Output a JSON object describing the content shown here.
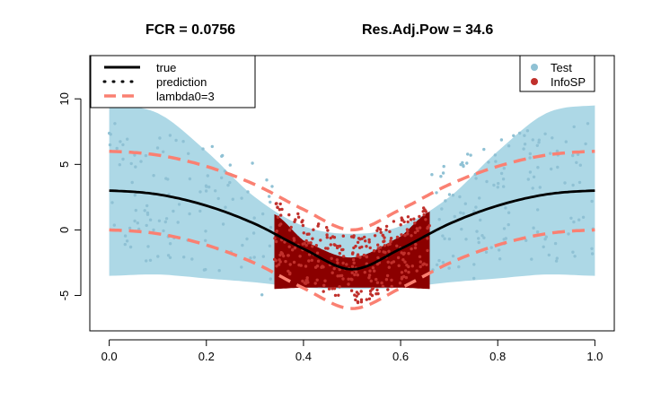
{
  "header": {
    "fcr": "FCR =  0.0756",
    "power": "Res.Adj.Pow =  34.6"
  },
  "chart_data": {
    "type": "scatter",
    "x_ticks": [
      "0.0",
      "0.2",
      "0.4",
      "0.6",
      "0.8",
      "1.0"
    ],
    "y_ticks": [
      "-5",
      "0",
      "5",
      "10"
    ],
    "xlim": [
      -0.04,
      1.04
    ],
    "ylim": [
      -7.7,
      13.3
    ],
    "series": [
      {
        "name": "true",
        "kind": "line",
        "style": "solid",
        "color": "#000000",
        "x": [
          0.0,
          0.1,
          0.2,
          0.3,
          0.4,
          0.5,
          0.6,
          0.7,
          0.8,
          0.9,
          1.0
        ],
        "y": [
          3.0,
          2.71,
          1.85,
          0.46,
          -1.44,
          -3.0,
          -1.44,
          0.46,
          1.85,
          2.71,
          3.0
        ]
      },
      {
        "name": "prediction",
        "kind": "line",
        "style": "dotted",
        "color": "#000000"
      },
      {
        "name": "lambda0=3",
        "kind": "line",
        "style": "dashed",
        "color": "#FA8072",
        "upper": {
          "x": [
            0.0,
            0.1,
            0.2,
            0.3,
            0.4,
            0.5,
            0.6,
            0.7,
            0.8,
            0.9,
            1.0
          ],
          "y": [
            6.0,
            5.71,
            4.85,
            3.46,
            1.56,
            0.0,
            1.56,
            3.46,
            4.85,
            5.71,
            6.0
          ]
        },
        "lower": {
          "x": [
            0.0,
            0.1,
            0.2,
            0.3,
            0.4,
            0.5,
            0.6,
            0.7,
            0.8,
            0.9,
            1.0
          ],
          "y": [
            0.0,
            -0.29,
            -1.15,
            -2.54,
            -4.44,
            -6.0,
            -4.44,
            -2.54,
            -1.15,
            -0.29,
            0.0
          ]
        }
      },
      {
        "name": "Test",
        "kind": "points+band",
        "color": "#8FC1D4",
        "band_color": "#ADD8E6",
        "band": {
          "x": [
            0.0,
            0.1,
            0.2,
            0.3,
            0.4,
            0.5,
            0.6,
            0.7,
            0.8,
            0.9,
            1.0
          ],
          "upper": [
            9.5,
            8.9,
            6.0,
            2.5,
            0.3,
            -0.3,
            0.3,
            2.5,
            6.0,
            8.9,
            9.5
          ],
          "lower": [
            -3.5,
            -3.4,
            -3.7,
            -4.0,
            -4.4,
            -4.5,
            -4.4,
            -4.0,
            -3.7,
            -3.4,
            -3.5
          ]
        }
      },
      {
        "name": "InfoSP",
        "kind": "points+band",
        "color": "#C0302C",
        "band_color": "#8B0000",
        "band": {
          "x": [
            0.34,
            0.4,
            0.5,
            0.6,
            0.66
          ],
          "upper": [
            1.2,
            -0.8,
            -2.1,
            -0.5,
            1.4
          ],
          "lower": [
            -4.5,
            -4.4,
            -4.4,
            -4.4,
            -4.5
          ]
        }
      }
    ],
    "legend_left": [
      "true",
      "prediction",
      "lambda0=3"
    ],
    "legend_right": [
      "Test",
      "InfoSP"
    ],
    "legend_positions": [
      "top-left",
      "top-right"
    ],
    "grid": false
  }
}
